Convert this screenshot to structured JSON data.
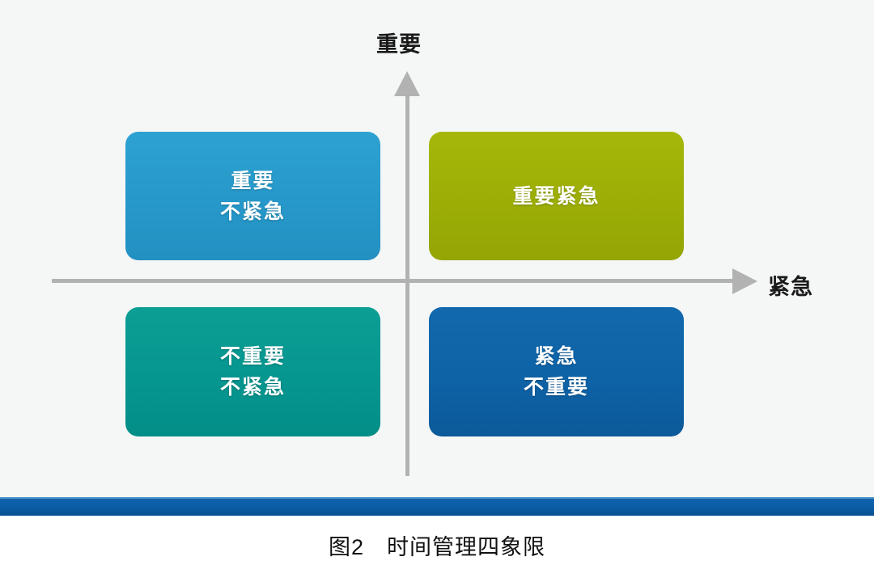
{
  "figure": {
    "axes": {
      "y_label": "重要",
      "x_label": "紧急",
      "y_axis_icon": "up-arrow-icon",
      "x_axis_icon": "right-arrow-icon",
      "axis_color": "#b2b2b2"
    },
    "quadrants": [
      {
        "id": "important-not-urgent",
        "position": "top-left",
        "lines": [
          "重要",
          "不紧急"
        ],
        "color": "#2698c9",
        "shadow_color": "#1c6f95"
      },
      {
        "id": "important-urgent",
        "position": "top-right",
        "lines": [
          "重要紧急"
        ],
        "color": "#9cae06",
        "shadow_color": "#7a8804"
      },
      {
        "id": "not-important-not-urgent",
        "position": "bottom-left",
        "lines": [
          "不重要",
          "不紧急"
        ],
        "color": "#069690",
        "shadow_color": "#046f6a"
      },
      {
        "id": "urgent-not-important",
        "position": "bottom-right",
        "lines": [
          "紧急",
          "不重要"
        ],
        "color": "#0e62a6",
        "shadow_color": "#094a7e"
      }
    ],
    "caption": "图2　时间管理四象限",
    "accent_bar_color": "#0a5ba4",
    "background_color": "#f5f6f6"
  }
}
